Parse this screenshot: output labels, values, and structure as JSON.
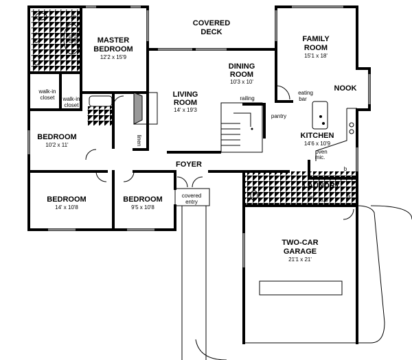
{
  "rooms": {
    "covered_deck": {
      "name_line1": "COVERED",
      "name_line2": "DECK"
    },
    "master_bedroom": {
      "name_line1": "MASTER",
      "name_line2": "BEDROOM",
      "dims": "12'2 x 15'9"
    },
    "family_room": {
      "name_line1": "FAMILY",
      "name_line2": "ROOM",
      "dims": "15'1 x 18'"
    },
    "dining_room": {
      "name_line1": "DINING",
      "name_line2": "ROOM",
      "dims": "10'3 x 10'"
    },
    "living_room": {
      "name_line1": "LIVING",
      "name_line2": "ROOM",
      "dims": "14' x 19'3"
    },
    "nook": {
      "name": "NOOK"
    },
    "kitchen": {
      "name": "KITCHEN",
      "dims": "14'6 x 10'9"
    },
    "bedroom_left": {
      "name": "BEDROOM",
      "dims": "10'2 x 11'"
    },
    "bedroom_bottom_left": {
      "name": "BEDROOM",
      "dims": "14' x 10'8"
    },
    "bedroom_bottom_mid": {
      "name": "BEDROOM",
      "dims": "9'5 x 10'8"
    },
    "foyer": {
      "name": "FOYER"
    },
    "laundry": {
      "name": "LAUNDRY"
    },
    "garage": {
      "name_line1": "TWO-CAR",
      "name_line2": "GARAGE",
      "dims": "21'1 x 21'"
    },
    "covered_entry": {
      "line1": "covered",
      "line2": "entry"
    }
  },
  "fixtures": {
    "shower": "sh",
    "tub_line1": "jetted",
    "tub_line2": "tub",
    "walk_in_closet_1": {
      "line1": "walk-in",
      "line2": "closet"
    },
    "walk_in_closet_2": {
      "line1": "walk-in",
      "line2": "closet"
    },
    "linen": "linen",
    "railing": "railing",
    "pantry": "pantry",
    "eating_bar_line1": "eating",
    "eating_bar_line2": "bar",
    "oven_line1": "oven",
    "oven_line2": "mic.",
    "washer": "w",
    "utility_tub": "tub",
    "dryer": "d",
    "broom": "b"
  }
}
